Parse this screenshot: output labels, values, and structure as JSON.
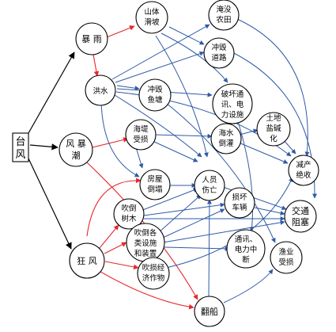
{
  "nodes": {
    "root": [
      "台",
      "风"
    ],
    "baoyu": [
      "暴 雨"
    ],
    "fengbaochao": [
      "风 暴",
      "潮"
    ],
    "kuangfeng": [
      "狂 风"
    ],
    "hongshui": [
      "洪水"
    ],
    "shanti": [
      "山体",
      "滑坡"
    ],
    "yanmei": [
      "淹没",
      "农田"
    ],
    "chonghuidaolu": [
      "冲毁",
      "道路"
    ],
    "chonghuiyutang": [
      "冲毁",
      "鱼塘"
    ],
    "pohuaitongxun": [
      "破坏通",
      "讯、电",
      "力设施"
    ],
    "haidi": [
      "海堤",
      "受损"
    ],
    "haishui": [
      "海水",
      "倒灌"
    ],
    "tudi": [
      "土地",
      "盐碱",
      "化"
    ],
    "jianchan": [
      "减产",
      "绝收"
    ],
    "fangwu": [
      "房屋",
      "倒塌"
    ],
    "renyuan": [
      "人员",
      "伤亡"
    ],
    "sunhuai": [
      "损坏",
      "车辆"
    ],
    "jiaotong": [
      "交通",
      "阻塞"
    ],
    "chuidaoshumu": [
      "吹倒",
      "树木"
    ],
    "chuidaosheshi": [
      "吹倒各",
      "类设施",
      "和装置"
    ],
    "tongxunzhongduan": [
      "通讯、",
      "电力中",
      "断"
    ],
    "yuye": [
      "渔业",
      "受损"
    ],
    "chuisun": [
      "吹损经",
      "济作物"
    ],
    "fanchuan": [
      "翻船"
    ]
  }
}
